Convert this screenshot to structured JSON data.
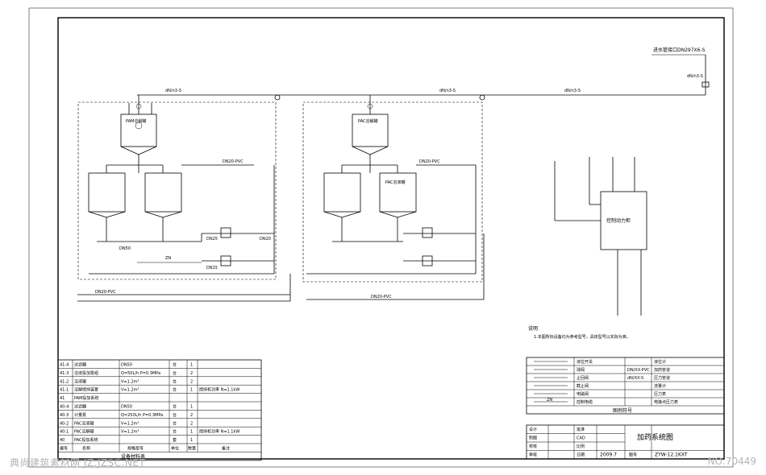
{
  "annotations": {
    "top_pipe": "进水管接口DN297X6-S",
    "pipe_s1": "dN/n3-S",
    "pipe_s2": "dN/n3-S",
    "pipe_s3": "dN/n3-S",
    "pipe_s4": "dN/n3-S",
    "pvc_1": "DN20-PVC",
    "pvc_2": "DN20-PVC",
    "pvc_3": "DN20-PVC",
    "pvc_4": "DN20-PVC",
    "dn50": "DN50",
    "dn25": "DN25",
    "dn20": "DN20",
    "dn15": "DN15",
    "pac_tank_1": "PAC溶解罐",
    "pac_tank_2": "PAC溶液罐",
    "pam_tank": "PAM溶解罐",
    "control_cabinet": "控制动力柜",
    "notes_title": "说明",
    "notes_line1": "1.本图所标设备均为参考型号，具体型号以实际为准。"
  },
  "bom": {
    "rows": [
      {
        "no": "41-4",
        "name": "过滤器",
        "spec": "DN50",
        "unit": "台",
        "qty": "1",
        "note": ""
      },
      {
        "no": "41-3",
        "name": "溶液投加泵组",
        "spec": "Q=50L/h P=0.3MPa",
        "unit": "台",
        "qty": "2",
        "note": ""
      },
      {
        "no": "41-2",
        "name": "溶液罐",
        "spec": "V=1.2m³",
        "unit": "台",
        "qty": "2",
        "note": ""
      },
      {
        "no": "41-1",
        "name": "溶解搅拌装置",
        "spec": "V=1.2m³",
        "unit": "台",
        "qty": "1",
        "note": "搅拌机功率 N=1.1kW"
      },
      {
        "no": "41",
        "name": "PAM投加系统",
        "spec": "",
        "unit": "",
        "qty": "",
        "note": ""
      },
      {
        "no": "40-4",
        "name": "过滤器",
        "spec": "DN50",
        "unit": "台",
        "qty": "1",
        "note": ""
      },
      {
        "no": "40-3",
        "name": "计量泵",
        "spec": "Q=250L/h P=0.3MPa",
        "unit": "台",
        "qty": "2",
        "note": ""
      },
      {
        "no": "40-2",
        "name": "PAC溶液罐",
        "spec": "V=1.2m³",
        "unit": "台",
        "qty": "2",
        "note": ""
      },
      {
        "no": "40-1",
        "name": "PAC溶解罐",
        "spec": "V=1.2m³",
        "unit": "台",
        "qty": "1",
        "note": "搅拌机功率 N=1.1kW"
      },
      {
        "no": "40",
        "name": "PAC投加系统",
        "spec": "",
        "unit": "套",
        "qty": "1",
        "note": ""
      }
    ],
    "header": {
      "no": "编号",
      "name": "名称",
      "spec": "规格型号",
      "unit": "单位",
      "qty": "数量",
      "note": "备注"
    },
    "caption": "设备材料表"
  },
  "legend": {
    "rows": [
      {
        "symbol_desc": "",
        "name": "液位开关",
        "symbol2": "",
        "name2": "液位计"
      },
      {
        "symbol_desc": "",
        "name": "球阀",
        "symbol2": "DN/XX-PVC",
        "name2": "加药管道"
      },
      {
        "symbol_desc": "",
        "name": "止回阀",
        "symbol2": "dN/XX-S",
        "name2": "压力管道"
      },
      {
        "symbol_desc": "",
        "name": "截止阀",
        "symbol2": "",
        "name2": "流量计"
      },
      {
        "symbol_desc": "",
        "name": "电磁阀",
        "symbol2": "",
        "name2": "压力表"
      },
      {
        "symbol_desc": "ZN",
        "name": "控制电缆",
        "symbol2": "",
        "name2": "电接点压力表"
      }
    ],
    "caption": "图例符号"
  },
  "title_block": {
    "design": "设计",
    "draw": "制图",
    "check": "校核",
    "review": "审核",
    "approve": "批准",
    "cad": "CAD",
    "scale": "比例",
    "date_label": "日期",
    "date": "2009.7",
    "drawing_no_label": "图号",
    "drawing_no": "ZYW-12.1KXT",
    "title": "加药系统图"
  },
  "watermark": {
    "left": "典尚建筑素材网 JZ.JZSC.NET",
    "right": "NO:70449"
  }
}
